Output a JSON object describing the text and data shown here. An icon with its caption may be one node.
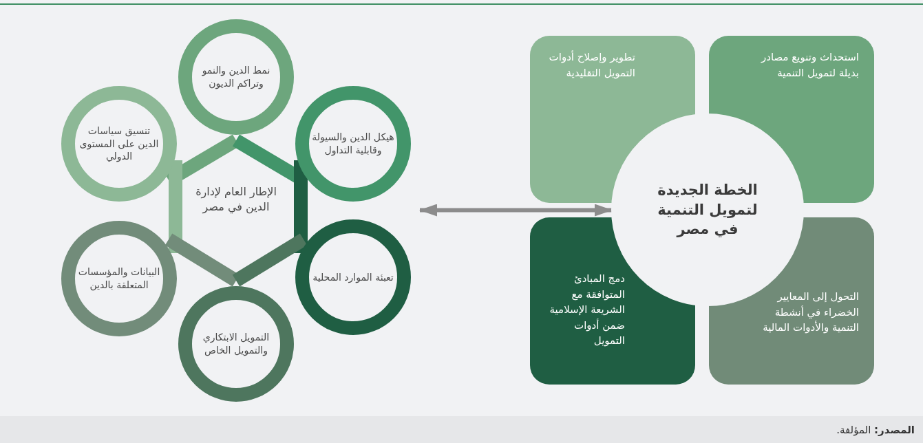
{
  "diagram": {
    "nodes": [
      {
        "text": [
          "الإطار العام لإدارة الدين في مصر"
        ]
      },
      {
        "text": [
          "نمط الدين والنمو وتراكم الديون"
        ],
        "in": 0
      },
      {
        "text": [
          "هيكل الدين والسيولة وقابلية التداول"
        ],
        "in": 0
      },
      {
        "text": [
          "تنسيق سياسات الدين على المستوى الدولي"
        ],
        "in": 0
      },
      {
        "text": [
          "تعبئة الموارد المحلية"
        ],
        "in": 0
      },
      {
        "text": [
          "البيانات والمؤسسات المتعلقة بالدين"
        ],
        "in": 0
      },
      {
        "text": [
          "التمويل الابتكاري والتمويل الخاص"
        ],
        "in": 0
      },
      {
        "text": [
          "الخطة الجديدة لتمويل التنمية في مصر"
        ]
      },
      {
        "text": [
          "استحداث وتنويع مصادر بديلة لتمويل التنمية"
        ]
      },
      {
        "text": [
          "تطوير وإصلاح أدوات التمويل التقليدية"
        ]
      },
      {
        "text": [
          "التحول إلى المعايير الخضراء في أنشطة التنمية والأدوات المالية"
        ]
      },
      {
        "text": [
          "دمج المبادئ المتوافقة مع الشريعة الإسلامية ضمن أدوات التمويل"
        ]
      }
    ],
    "edges": [
      {
        "from": 0,
        "to": 7,
        "arrow": "both"
      }
    ],
    "labels": [
      "**المصدر:** المؤلفة."
    ]
  }
}
